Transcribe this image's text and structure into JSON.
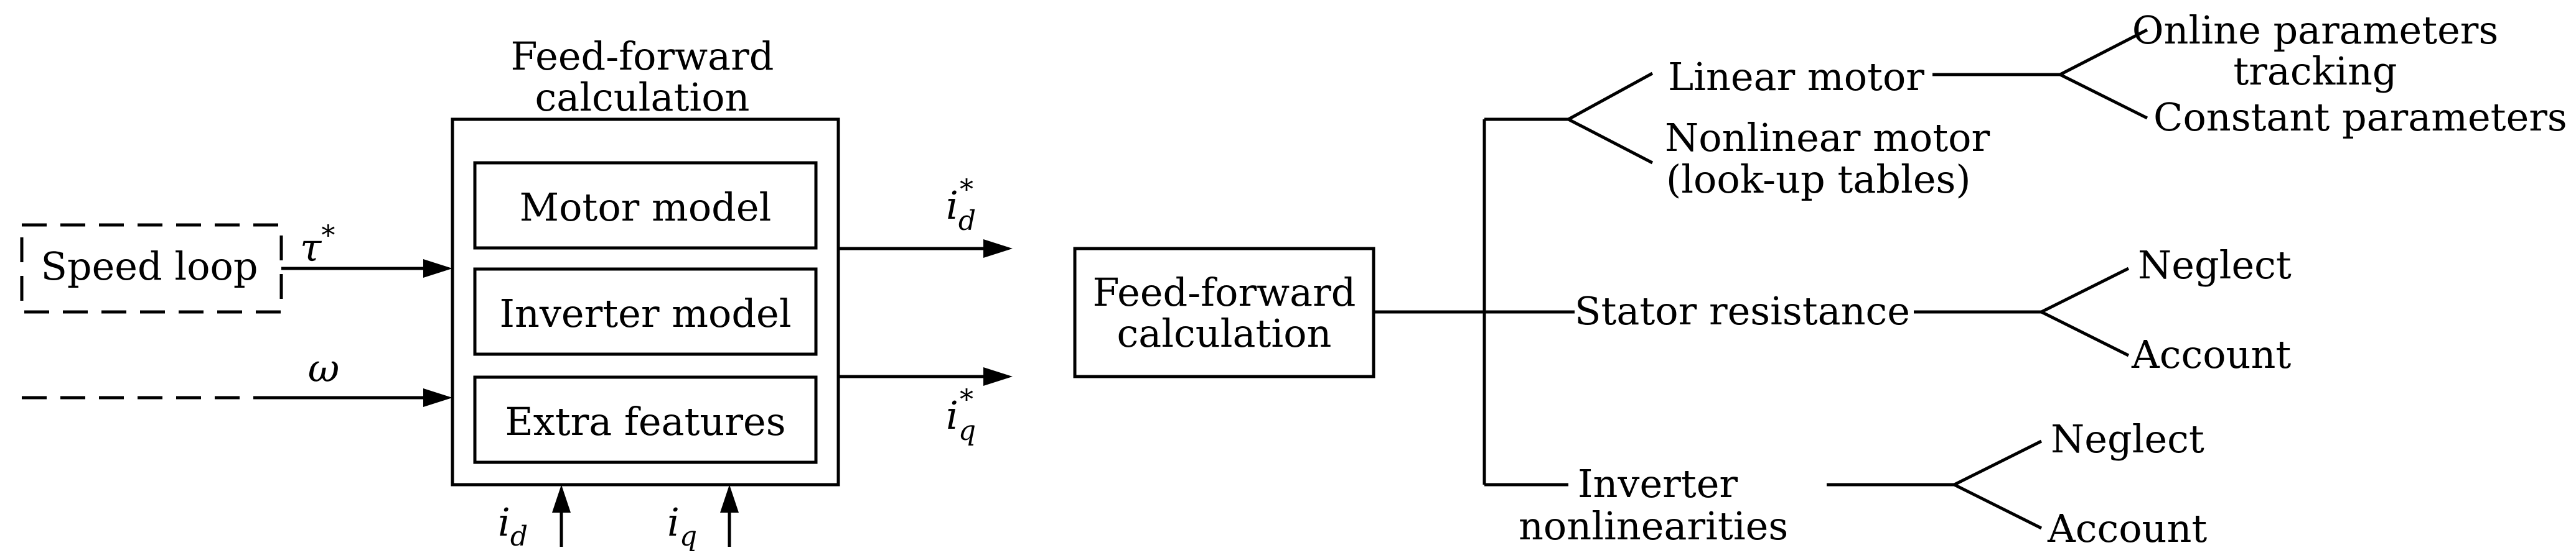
{
  "left_diagram": {
    "title_line1": "Feed-forward",
    "title_line2": "calculation",
    "inner_blocks": [
      "Motor model",
      "Inverter model",
      "Extra features"
    ],
    "speed_loop_label": "Speed loop",
    "input_torque": {
      "symbol": "τ",
      "superscript": "*"
    },
    "input_speed": {
      "symbol": "ω"
    },
    "output_d": {
      "symbol": "i",
      "subscript": "d",
      "superscript": "*"
    },
    "output_q": {
      "symbol": "i",
      "subscript": "q",
      "superscript": "*"
    },
    "feedback_d": {
      "symbol": "i",
      "subscript": "d"
    },
    "feedback_q": {
      "symbol": "i",
      "subscript": "q"
    }
  },
  "right_diagram": {
    "root_line1": "Feed-forward",
    "root_line2": "calculation",
    "motor_model": {
      "linear_label": "Linear motor",
      "nonlinear_line1": "Nonlinear motor",
      "nonlinear_line2": "(look-up tables)",
      "linear_options": {
        "online_line1": "Online parameters",
        "online_line2": "tracking",
        "constant": "Constant parameters"
      }
    },
    "stator_resistance": {
      "label": "Stator resistance",
      "options": [
        "Neglect",
        "Account"
      ]
    },
    "inverter_nonlinearities": {
      "label_line1": "Inverter",
      "label_line2": "nonlinearities",
      "options": [
        "Neglect",
        "Account"
      ]
    }
  }
}
